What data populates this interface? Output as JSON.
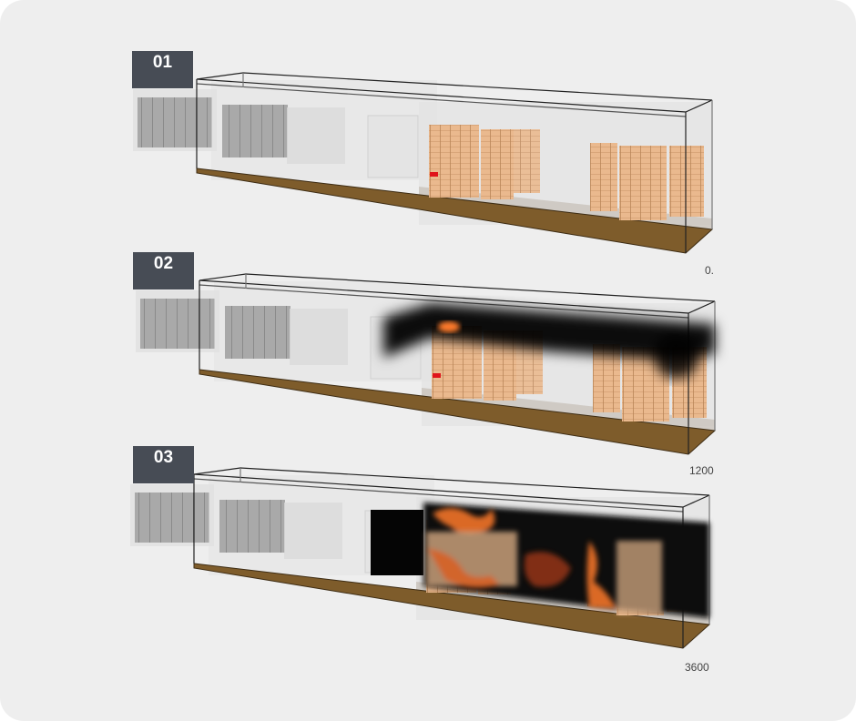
{
  "panels": [
    {
      "label": "01",
      "time": "0.",
      "state": "ignition"
    },
    {
      "label": "02",
      "time": "1200",
      "state": "smoke"
    },
    {
      "label": "03",
      "time": "3600",
      "state": "fire"
    }
  ],
  "colors": {
    "rack": "#e9b98d",
    "floor": "#7e5c2b",
    "label_bg": "#474c55",
    "ignition": "#e0141b",
    "flame": "#ff7a2a"
  }
}
